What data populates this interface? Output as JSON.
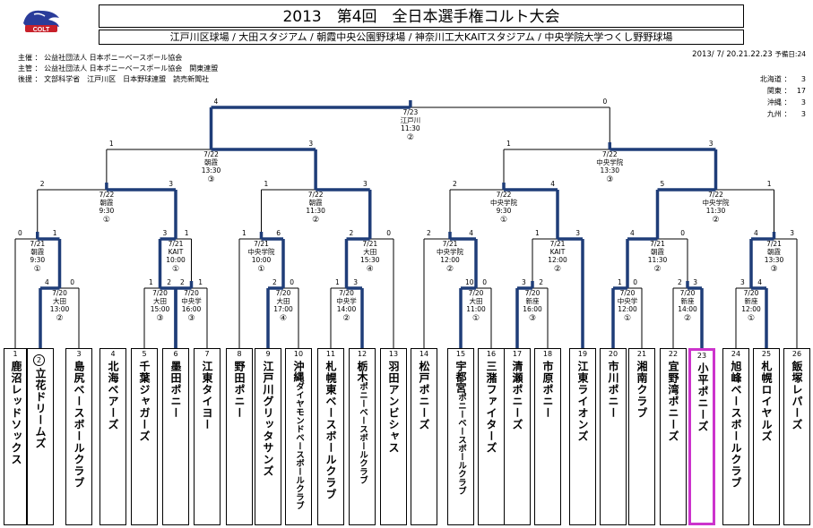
{
  "header": {
    "title": "2013　第4回　全日本選手権コルト大会",
    "venues": "江戸川区球場 / 大田スタジアム / 朝霞中央公園野球場 / 神奈川工大KAITスタジアム / 中央学院大学つくし野野球場",
    "host": "主催 ： 公益社団法人 日本ポニーベースボール協会",
    "organizer": "主管 ： 公益社団法人 日本ポニーベースボール協会　関東連盟",
    "support": "後援 ： 文部科学省　江戸川区　日本野球連盟　読売新聞社",
    "dates": "2013/ 7/ 20.21.22.23",
    "reserve": "予備日:24"
  },
  "regions": [
    {
      "name": "北海道",
      "count": "3"
    },
    {
      "name": "関東",
      "count": "17"
    },
    {
      "name": "沖縄",
      "count": "3"
    },
    {
      "name": "九州",
      "count": "3"
    }
  ],
  "teams": [
    {
      "num": "1",
      "name": "鹿沼レッドソックス"
    },
    {
      "num": "2",
      "name": "立花ドリームズ"
    },
    {
      "num": "3",
      "name": "島尻ベースボールクラブ"
    },
    {
      "num": "4",
      "name": "北海ベアーズ"
    },
    {
      "num": "5",
      "name": "千葉ジャガーズ"
    },
    {
      "num": "6",
      "name": "墨田ポニー"
    },
    {
      "num": "7",
      "name": "江東タイヨー"
    },
    {
      "num": "8",
      "name": "野田ポニー"
    },
    {
      "num": "9",
      "name": "江戸川グリッタサンズ"
    },
    {
      "num": "10",
      "name": "沖縄",
      "name2": "ダイヤモンドベースボールクラブ"
    },
    {
      "num": "11",
      "name": "札幌東ベースボールクラブ"
    },
    {
      "num": "12",
      "name": "栃木",
      "name2": "ポニーベースボールクラブ"
    },
    {
      "num": "13",
      "name": "羽田アンビシャス"
    },
    {
      "num": "14",
      "name": "松戸ポニーズ"
    },
    {
      "num": "15",
      "name": "宇都宮",
      "name2": "ポニーベースボールクラブ"
    },
    {
      "num": "16",
      "name": "三潴ファイターズ"
    },
    {
      "num": "17",
      "name": "清瀬ポニーズ"
    },
    {
      "num": "18",
      "name": "市原ポニー"
    },
    {
      "num": "19",
      "name": "江東ライオンズ"
    },
    {
      "num": "20",
      "name": "市川ポニー"
    },
    {
      "num": "21",
      "name": "湘南クラブ"
    },
    {
      "num": "22",
      "name": "宜野湾ポニーズ"
    },
    {
      "num": "23",
      "name": "小平ポニーズ"
    },
    {
      "num": "24",
      "name": "旭峰ベースボールクラブ"
    },
    {
      "num": "25",
      "name": "札幌ロイヤルズ"
    },
    {
      "num": "26",
      "name": "飯塚レパーズ"
    }
  ],
  "games": {
    "g1": {
      "date": "7/20",
      "venue": "大田",
      "time": "13:00",
      "field": "②",
      "s1": "4",
      "s2": "0"
    },
    "g2": {
      "date": "7/20",
      "venue": "大田",
      "time": "15:00",
      "field": "③",
      "s1": "1",
      "s2": "2"
    },
    "g3": {
      "date": "7/20",
      "venue": "中央学",
      "time": "16:00",
      "field": "③",
      "s1": "2",
      "s2": "1"
    },
    "g4": {
      "date": "7/20",
      "venue": "大田",
      "time": "17:00",
      "field": "④",
      "s1": "2",
      "s2": "0"
    },
    "g5": {
      "date": "7/20",
      "venue": "中央学",
      "time": "14:00",
      "field": "②",
      "s1": "1",
      "s2": "3"
    },
    "g6": {
      "date": "7/20",
      "venue": "大田",
      "time": "11:00",
      "field": "①",
      "s1": "10",
      "s2": "0"
    },
    "g7": {
      "date": "7/20",
      "venue": "新座",
      "time": "16:00",
      "field": "③",
      "s1": "3",
      "s2": "2"
    },
    "g8": {
      "date": "7/20",
      "venue": "中央学",
      "time": "12:00",
      "field": "①",
      "s1": "1",
      "s2": "0"
    },
    "g9": {
      "date": "7/20",
      "venue": "新座",
      "time": "14:00",
      "field": "②",
      "s1": "2",
      "s2": "3"
    },
    "g10": {
      "date": "7/20",
      "venue": "新座",
      "time": "12:00",
      "field": "①",
      "s1": "3",
      "s2": "4"
    },
    "r1": {
      "date": "7/21",
      "venue": "朝霞",
      "time": "9:30",
      "field": "①",
      "s1": "0",
      "s2": "1"
    },
    "r2": {
      "date": "7/21",
      "venue": "KAIT",
      "time": "10:00",
      "field": "①",
      "s1": "3",
      "s2": "1"
    },
    "r3": {
      "date": "7/21",
      "venue": "中央学院",
      "time": "10:00",
      "field": "①",
      "s1": "1",
      "s2": "6"
    },
    "r4": {
      "date": "7/21",
      "venue": "大田",
      "time": "15:30",
      "field": "④",
      "s1": "2",
      "s2": "0"
    },
    "r5": {
      "date": "7/21",
      "venue": "中央学院",
      "time": "12:00",
      "field": "②",
      "s1": "2",
      "s2": "4"
    },
    "r6": {
      "date": "7/21",
      "venue": "KAIT",
      "time": "12:00",
      "field": "②",
      "s1": "1",
      "s2": "3"
    },
    "r7": {
      "date": "7/21",
      "venue": "朝霞",
      "time": "11:30",
      "field": "②",
      "s1": "4",
      "s2": "0"
    },
    "r8": {
      "date": "7/21",
      "venue": "朝霞",
      "time": "13:30",
      "field": "③",
      "s1": "4",
      "s2": "3"
    },
    "q1": {
      "date": "7/22",
      "venue": "朝霞",
      "time": "9:30",
      "field": "①",
      "s1": "2",
      "s2": "3"
    },
    "q2": {
      "date": "7/22",
      "venue": "朝霞",
      "time": "11:30",
      "field": "②",
      "s1": "1",
      "s2": "3"
    },
    "q3": {
      "date": "7/22",
      "venue": "中央学院",
      "time": "9:30",
      "field": "①",
      "s1": "2",
      "s2": "4"
    },
    "q4": {
      "date": "7/22",
      "venue": "中央学院",
      "time": "11:30",
      "field": "②",
      "s1": "5",
      "s2": "1"
    },
    "s1": {
      "date": "7/22",
      "venue": "朝霞",
      "time": "13:30",
      "field": "③",
      "s1": "1",
      "s2": "3"
    },
    "s2": {
      "date": "7/22",
      "venue": "中央学院",
      "time": "13:30",
      "field": "③",
      "s1": "1",
      "s2": "3"
    },
    "f": {
      "date": "7/23",
      "venue": "江戸川",
      "time": "11:30",
      "field": "②",
      "s1": "4",
      "s2": "0"
    }
  }
}
